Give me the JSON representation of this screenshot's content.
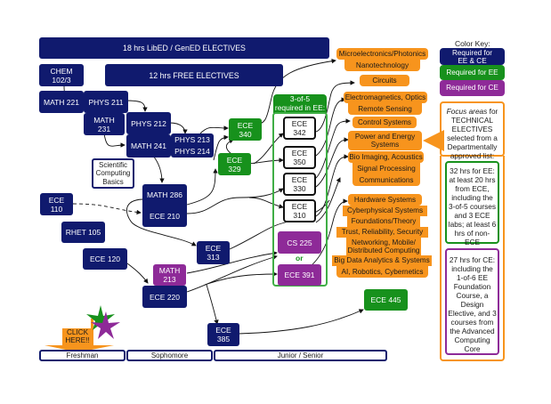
{
  "electives": {
    "libed": "18 hrs LibED / GenED ELECTIVES",
    "free": "12 hrs FREE ELECTIVES"
  },
  "courses": {
    "chem": "CHEM\n102/3",
    "math221": "MATH 221",
    "phys211": "PHYS 211",
    "math231": "MATH\n231",
    "phys212": "PHYS 212",
    "math241": "MATH 241",
    "phys213": "PHYS 213",
    "phys214": "PHYS 214",
    "sci_comp": "Scientific\nComputing\nBasics",
    "ece110": "ECE\n110",
    "rhet105": "RHET 105",
    "ece120": "ECE 120",
    "math286": "MATH 286",
    "ece210": "ECE 210",
    "ece313": "ECE\n313",
    "math213": "MATH\n213",
    "ece220": "ECE 220",
    "ece385": "ECE\n385",
    "ece340": "ECE\n340",
    "ece329": "ECE\n329",
    "ece342": "ECE\n342",
    "ece350": "ECE\n350",
    "ece330": "ECE\n330",
    "ece310": "ECE\n310",
    "cs225": "CS 225",
    "ece391": "ECE 391",
    "ece445": "ECE 445"
  },
  "three_of_five": "3-of-5\nrequired in EE:",
  "or_label": "or",
  "focus_areas": [
    "Microelectronics/Photonics",
    "Nanotechnology",
    "Circuits",
    "Electromagnetics, Optics",
    "Remote Sensing",
    "Control Systems",
    "Power and Energy\nSystems",
    "Bio Imaging, Acoustics",
    "Signal Processing",
    "Communications",
    "Hardware Systems",
    "Cyberphysical Systems",
    "Foundations/Theory",
    "Trust, Reliability, Security",
    "Networking, Mobile/\nDistributed Computing",
    "Big Data Analytics & Systems",
    "AI, Robotics, Cybernetics"
  ],
  "color_key": {
    "title": "Color Key:",
    "both": "Required for\nEE & CE",
    "ee": "Required for EE",
    "ce": "Required for CE",
    "colors": {
      "both": "#101a6e",
      "ee": "#17911c",
      "ce": "#8e2a98",
      "focus": "#f7941d"
    }
  },
  "notes": {
    "focus_pre": "Focus areas",
    "focus_post": " for\nTECHNICAL\nELECTIVES\nselected from a\nDepartmentally\napproved list:",
    "ee_hours": "32 hrs for EE:\nat least 20 hrs\nfrom ECE,\nincluding the\n3-of-5 courses\nand 3 ECE\nlabs; at least 6\nhrs of non-\nECE",
    "ce_hours": "27 hrs for CE:\nincluding the\n1-of-6 EE\nFoundation\nCourse, a\nDesign\nElective, and 3\ncourses from\nthe Advanced\nComputing\nCore"
  },
  "click_here": "CLICK\nHERE!!",
  "years": [
    "Freshman",
    "Sophomore",
    "Junior / Senior"
  ]
}
